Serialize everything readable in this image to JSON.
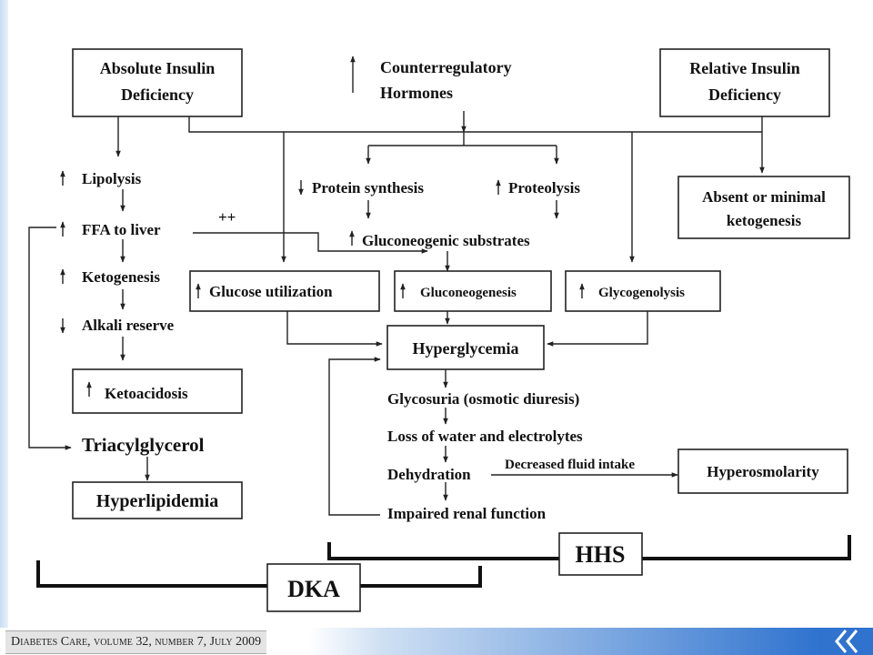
{
  "diagram": {
    "absolute_deficiency": [
      "Absolute Insulin",
      "Deficiency"
    ],
    "counterregulatory": [
      "Counterregulatory",
      "Hormones"
    ],
    "relative_deficiency": [
      "Relative Insulin",
      "Deficiency"
    ],
    "lipolysis": "Lipolysis",
    "ffa_to_liver": "FFA to liver",
    "plus_plus": "++",
    "ketogenesis": "Ketogenesis",
    "alkali_reserve": "Alkali reserve",
    "ketoacidosis": "Ketoacidosis",
    "triacylglycerol": "Triacylglycerol",
    "hyperlipidemia": "Hyperlipidemia",
    "protein_synthesis": "Protein synthesis",
    "proteolysis": "Proteolysis",
    "gluconeogenic_substrates": "Gluconeogenic substrates",
    "glucose_utilization": "Glucose utilization",
    "gluconeogenesis": "Gluconeogenesis",
    "glycogenolysis": "Glycogenolysis",
    "absent_ketogenesis": [
      "Absent or minimal",
      "ketogenesis"
    ],
    "hyperglycemia": "Hyperglycemia",
    "glycosuria": "Glycosuria (osmotic diuresis)",
    "loss_water": "Loss of water and electrolytes",
    "dehydration": "Dehydration",
    "decreased_fluid": "Decreased fluid intake",
    "hyperosmolarity": "Hyperosmolarity",
    "impaired_renal": "Impaired renal function",
    "hhs": "HHS",
    "dka": "DKA"
  },
  "footer": {
    "citation": "Diabetes Care, volume 32, number 7, July 2009"
  },
  "colors": {
    "footer_blue": "#2f73cf",
    "stripe_blue": "#c7dcf2"
  }
}
